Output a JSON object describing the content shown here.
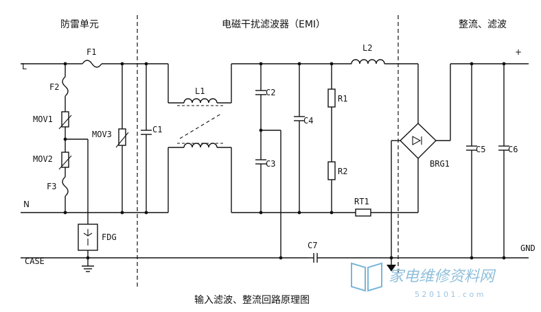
{
  "sections": {
    "lightning": "防雷单元",
    "emi": "电磁干扰滤波器（EMI）",
    "rectify": "整流、滤波"
  },
  "terminals": {
    "L": "L",
    "N": "N",
    "CASE": "CASE",
    "GND": "GND",
    "plus": "+"
  },
  "components": {
    "F1": "F1",
    "F2": "F2",
    "F3": "F3",
    "MOV1": "MOV1",
    "MOV2": "MOV2",
    "MOV3": "MOV3",
    "FDG": "FDG",
    "C1": "C1",
    "C2": "C2",
    "C3": "C3",
    "C4": "C4",
    "C5": "C5",
    "C6": "C6",
    "C7": "C7",
    "L1": "L1",
    "L2": "L2",
    "R1": "R1",
    "R2": "R2",
    "RT1": "RT1",
    "BRG1": "BRG1"
  },
  "caption": "输入滤波、整流回路原理图",
  "watermark": {
    "text": "家电维修资料网",
    "url": "5 2 0 1 0 1 . c o m"
  }
}
